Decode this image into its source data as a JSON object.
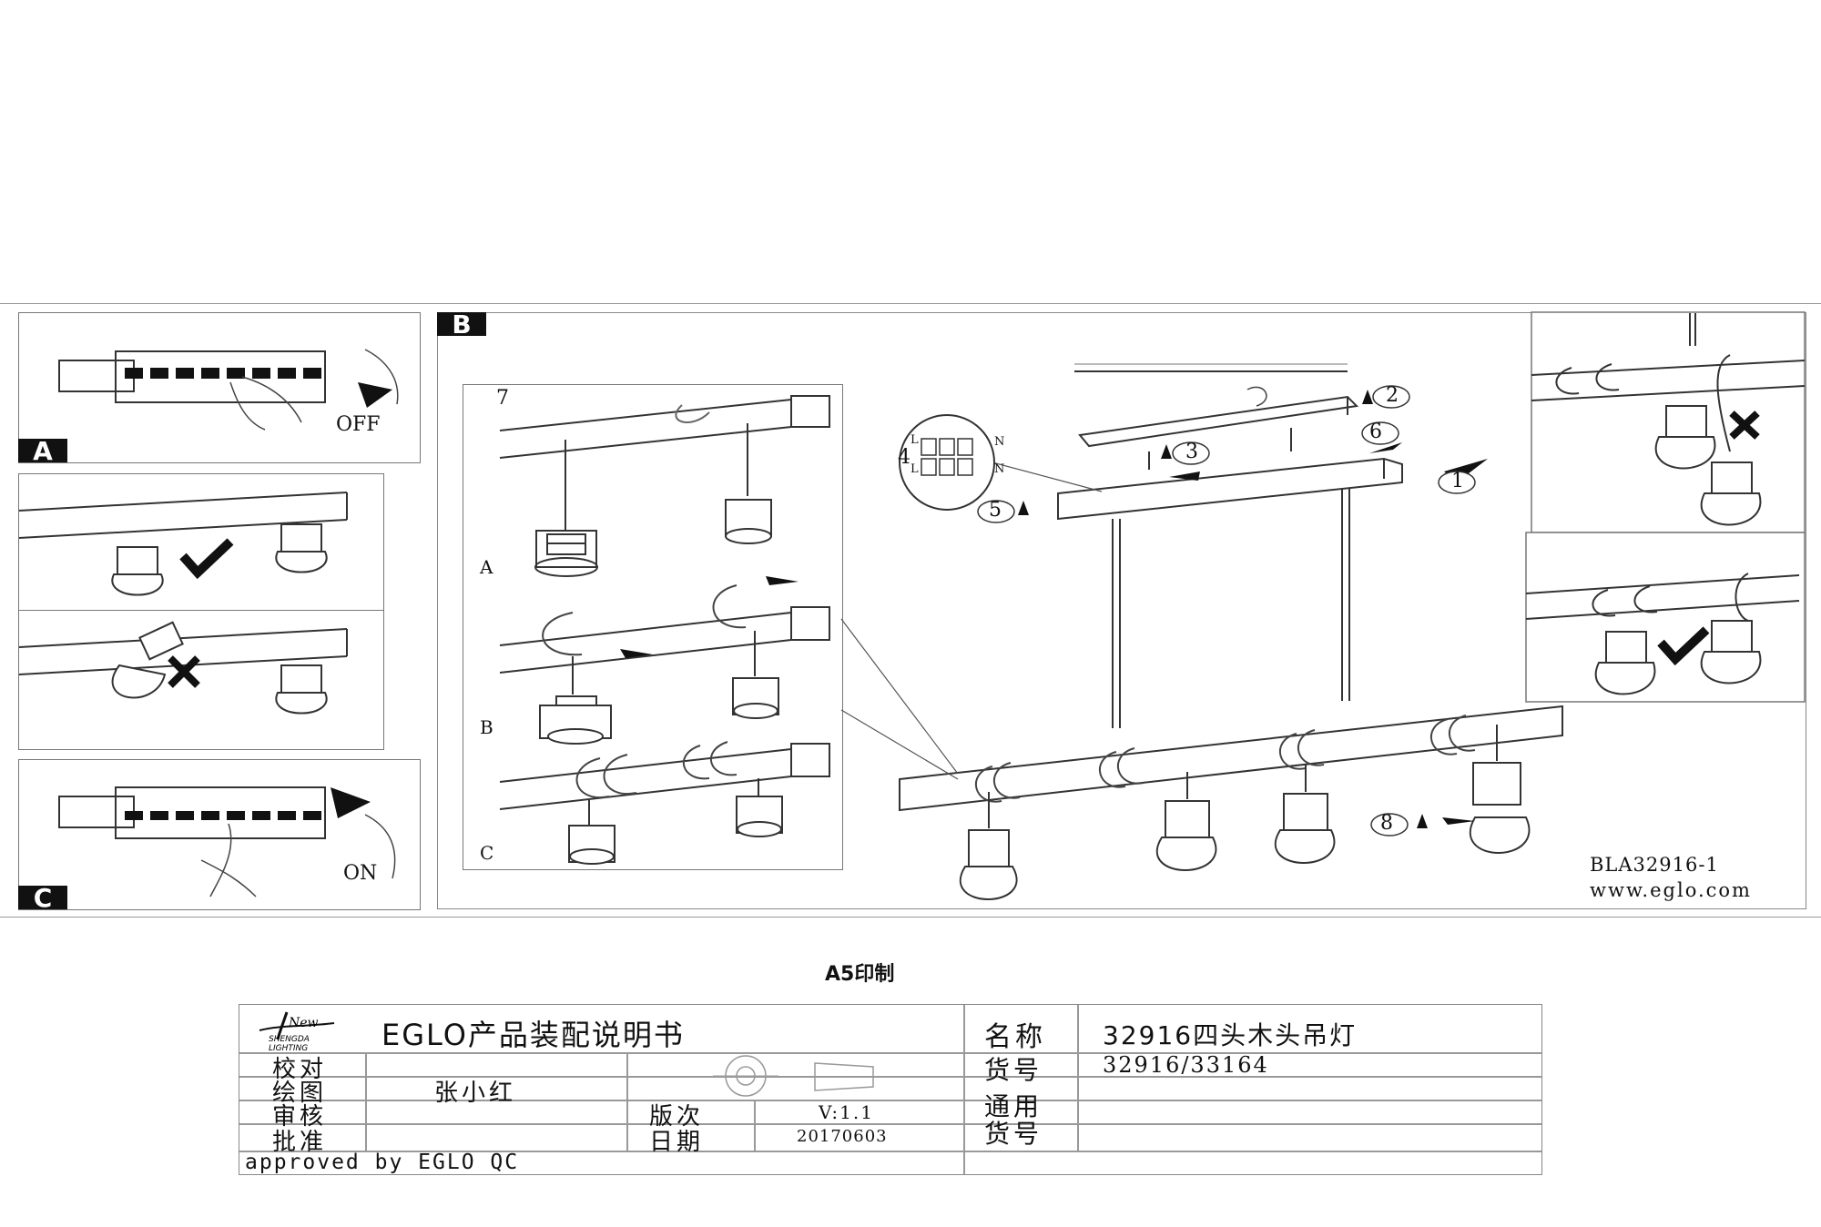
{
  "sections": {
    "A": {
      "tag": "A",
      "label": "OFF"
    },
    "C": {
      "tag": "C",
      "label": "ON"
    },
    "B": {
      "tag": "B"
    }
  },
  "detail_panel": {
    "step": "7",
    "labels": [
      "A",
      "B",
      "C"
    ]
  },
  "steps": {
    "s1": "1",
    "s2": "2",
    "s3": "3",
    "s4": "4",
    "s5": "5",
    "s6": "6",
    "s8": "8"
  },
  "terminal": {
    "l1": "L",
    "l2": "L",
    "n1": "N",
    "n2": "N"
  },
  "doc_ref": {
    "code": "BLA32916-1",
    "url": "www.eglo.com"
  },
  "print_note": "A5印制",
  "title_block": {
    "logo_text": "New",
    "logo_sub1": "SHENGDA",
    "logo_sub2": "LIGHTING",
    "title": "EGLO产品装配说明书",
    "rows": {
      "proofread": "校对",
      "drawing": "绘图",
      "drawer_name": "张小红",
      "review": "审核",
      "approve": "批准",
      "version_label": "版次",
      "version_value": "V:1.1",
      "date_label": "日期",
      "date_value": "20170603",
      "approved_by": "approved by EGLO QC"
    },
    "name_label": "名称",
    "name_value": "32916四头木头吊灯",
    "code_label": "货号",
    "code_value": "32916/33164",
    "general_label_1": "通用",
    "general_label_2": "货号"
  },
  "colors": {
    "ink": "#111111",
    "frame": "#777777"
  }
}
